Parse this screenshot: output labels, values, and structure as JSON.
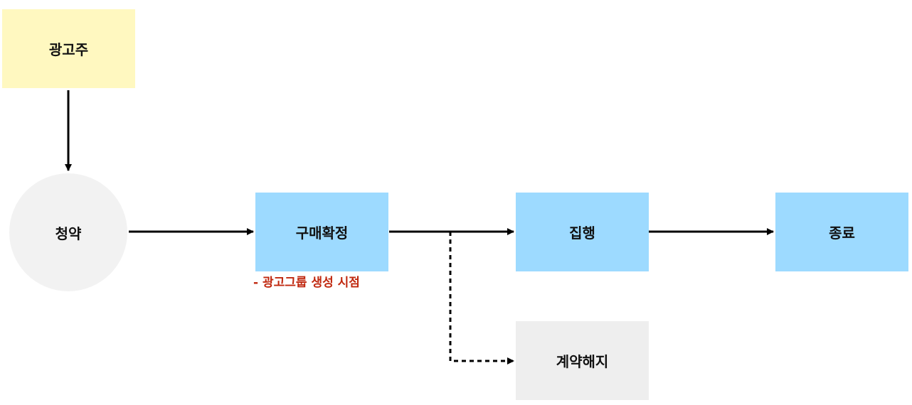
{
  "nodes": {
    "advertiser": {
      "label": "광고주",
      "color": "#fff8c0"
    },
    "subscription": {
      "label": "청약",
      "color": "#f2f2f2"
    },
    "purchase_confirm": {
      "label": "구매확정",
      "color": "#9ddaff"
    },
    "execution": {
      "label": "집행",
      "color": "#9ddaff"
    },
    "end": {
      "label": "종료",
      "color": "#9ddaff"
    },
    "cancellation": {
      "label": "계약해지",
      "color": "#eeeeee"
    }
  },
  "annotation": {
    "text": "- 광고그룹 생성 시점",
    "color": "#c0280f"
  },
  "edges": [
    {
      "from": "광고주",
      "to": "청약",
      "style": "solid"
    },
    {
      "from": "청약",
      "to": "구매확정",
      "style": "solid"
    },
    {
      "from": "구매확정",
      "to": "집행",
      "style": "solid"
    },
    {
      "from": "집행",
      "to": "종료",
      "style": "solid"
    },
    {
      "from": "구매확정",
      "to": "계약해지",
      "style": "dashed"
    }
  ]
}
